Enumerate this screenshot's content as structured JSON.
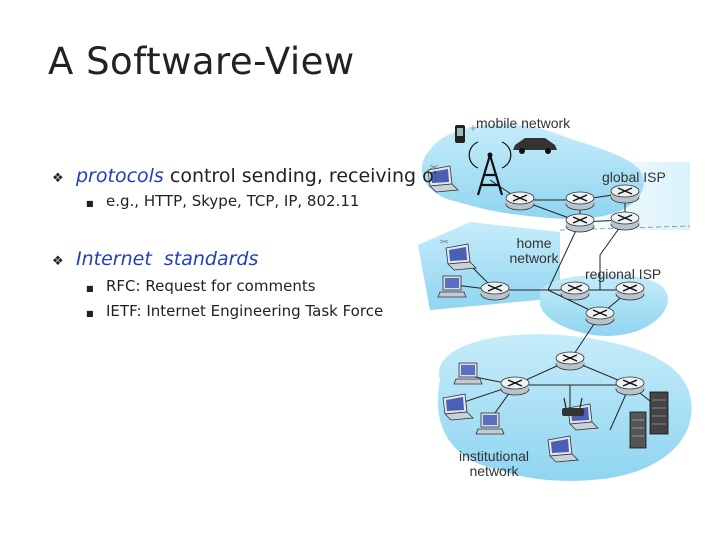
{
  "title": "A Software-View",
  "bullets": [
    {
      "lead_em": "protocols",
      "lead_rest": " control sending, receiving of messages",
      "subs": [
        "e.g., HTTP, Skype, TCP, IP, 802.11"
      ]
    },
    {
      "lead_em": "Internet  standards",
      "lead_rest": "",
      "subs": [
        "RFC: Request for comments",
        "IETF: Internet Engineering Task Force"
      ]
    }
  ],
  "diagram": {
    "labels": {
      "mobile": "mobile network",
      "global": "global ISP",
      "home_1": "home",
      "home_2": "network",
      "regional": "regional ISP",
      "inst_1": "institutional",
      "inst_2": "network"
    }
  },
  "colors": {
    "cloud": "#aee3f7",
    "cloud_dark": "#8fd3ef",
    "router": "#e9eef2",
    "emphasis": "#1f3fbf"
  }
}
